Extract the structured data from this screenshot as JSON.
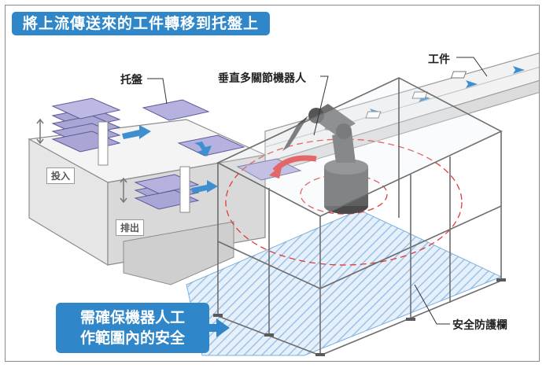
{
  "title": "將上流傳送來的工件轉移到托盤上",
  "labels": {
    "tray": "托盤",
    "robot": "垂直多關節機器人",
    "workpiece": "工件",
    "input": "投入",
    "output": "排出",
    "fence": "安全防護欄"
  },
  "note": {
    "line1": "需確保機器人工",
    "line2": "作範圍內的安全"
  },
  "colors": {
    "accent_blue": "#2f86c8",
    "arrow_blue": "#3d8fd0",
    "tray_purple": "#a9a6d6",
    "robot_gray": "#5f5f5f",
    "danger_red": "#e03a3a",
    "hatch_blue": "#b9d4ee"
  }
}
